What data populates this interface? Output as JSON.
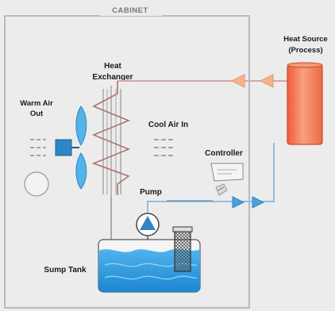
{
  "labels": {
    "cabinet": "CABINET",
    "heat_exchanger_1": "Heat",
    "heat_exchanger_2": "Exchanger",
    "heat_source_1": "Heat Source",
    "heat_source_2": "(Process)",
    "warm_air_1": "Warm Air",
    "warm_air_2": "Out",
    "cool_air": "Cool Air In",
    "controller": "Controller",
    "pump": "Pump",
    "sump_tank": "Sump Tank"
  },
  "colors": {
    "background": "#ececec",
    "cabinet_border": "#9a9a9a",
    "hot_pipe": "#d6a6a6",
    "cold_pipe": "#4aa3d8",
    "fan": "#54b4e8",
    "motor": "#2f86c6",
    "heat_source": "#f07b55",
    "water": "#2c9ce0",
    "coil": "#b07070",
    "arrow_warm": "#f4b58e"
  },
  "icons": [
    "fan-icon",
    "pump-icon",
    "controller-icon",
    "heat-source-tank",
    "sump-tank",
    "heat-exchanger-coil"
  ]
}
